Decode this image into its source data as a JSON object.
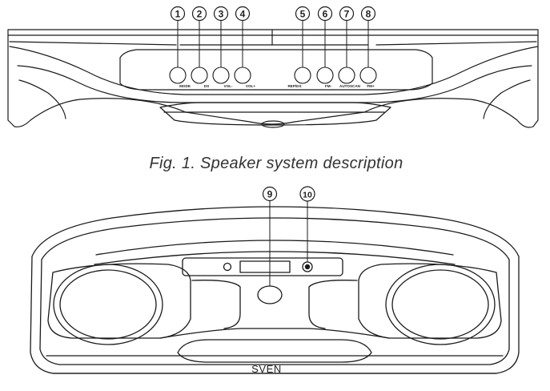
{
  "figure1": {
    "caption": "Fig. 1. Speaker system description",
    "callouts": [
      "1",
      "2",
      "3",
      "4",
      "5",
      "6",
      "7",
      "8"
    ],
    "buttons": [
      {
        "label": "MODE"
      },
      {
        "label": "DS"
      },
      {
        "label": "VOL-"
      },
      {
        "label": "VOL+"
      },
      {
        "label": "REP/DS"
      },
      {
        "label": "FM-"
      },
      {
        "label": "AUTOSCAN"
      },
      {
        "label": "FM+"
      }
    ]
  },
  "figure2": {
    "callouts": [
      "9",
      "10"
    ],
    "brand": "SVEN"
  },
  "colors": {
    "line": "#1a1a1a",
    "caption": "#333333",
    "background": "#ffffff"
  }
}
